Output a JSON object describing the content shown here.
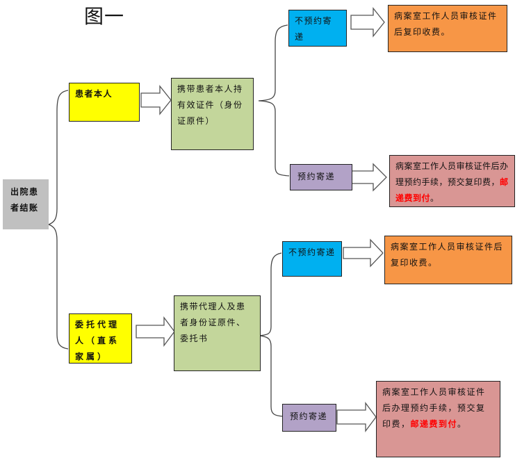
{
  "title": "图一",
  "root": {
    "label": "出院患者结账"
  },
  "branches": [
    {
      "who": "患者本人",
      "requirement": "携带患者本人持有效证件（身份证原件）",
      "options": [
        {
          "label": "不预约寄递",
          "result": "病案室工作人员审核证件后复印收费。"
        },
        {
          "label": "预约寄递",
          "result_prefix": "病案室工作人员审核证件后办理预约手续，预交复印费，",
          "result_highlight": "邮递费到付",
          "result_suffix": "。"
        }
      ]
    },
    {
      "who": "委托代理人（直系家属）",
      "requirement": "携带代理人及患者身份证原件、委托书",
      "options": [
        {
          "label": "不预约寄递",
          "result": "病案室工作人员审核证件后复印收费。"
        },
        {
          "label": "预约寄递",
          "result_prefix": "病案室工作人员审核证件后办理预约手续，预交复印费，",
          "result_highlight": "邮递费到付",
          "result_suffix": "。"
        }
      ]
    }
  ],
  "colors": {
    "root": "#c0c0c0",
    "who": "#ffff00",
    "requirement": "#c3d69b",
    "no_reservation": "#00b0f0",
    "reservation": "#b2a2c7",
    "result_plain": "#f79646",
    "result_reservation": "#d99694",
    "highlight": "#ff0000"
  }
}
